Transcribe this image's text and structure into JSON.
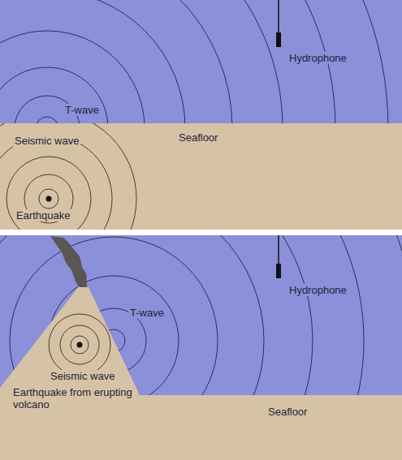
{
  "diagram": {
    "labels": [
      "Hydrophone",
      "T-wave",
      "Seismic wave",
      "Seafloor",
      "Earthquake",
      "Hydrophone",
      "T-wave",
      "Seismic wave",
      "Earthquake from erupting volcano",
      "Seafloor"
    ]
  }
}
